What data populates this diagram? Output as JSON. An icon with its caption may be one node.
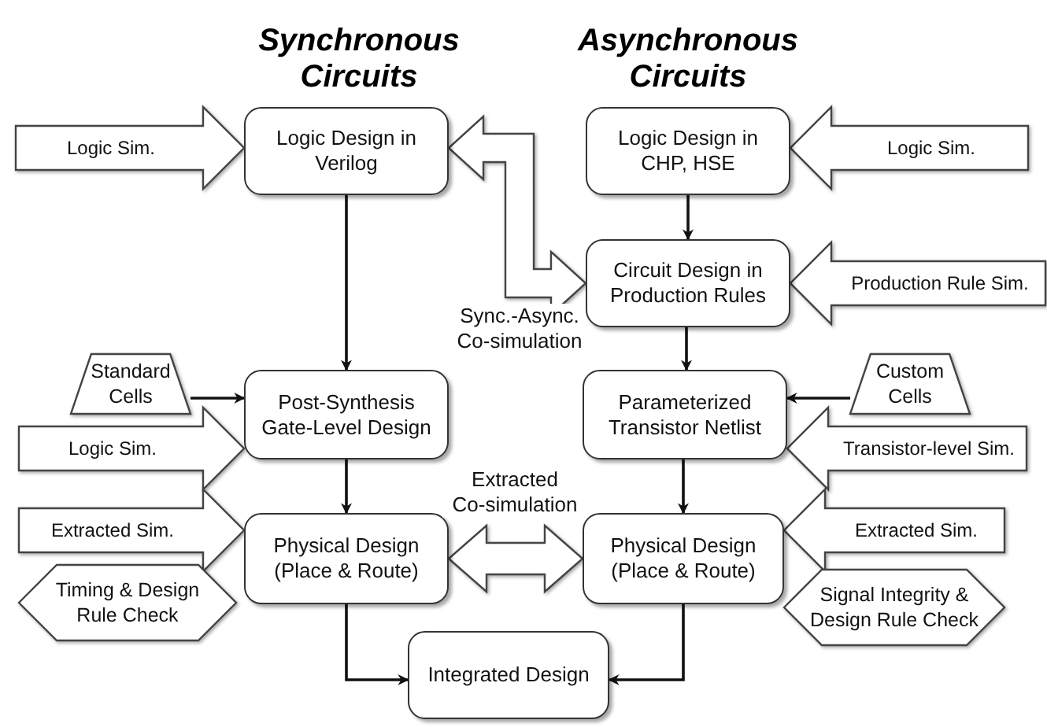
{
  "diagram": {
    "nodes": [
      {
        "text": [
          "Logic Design in Verilog"
        ]
      },
      {
        "text": [
          "Logic Design in CHP, HSE"
        ]
      },
      {
        "text": [
          "Circuit Design in Production Rules"
        ]
      },
      {
        "text": [
          "Standard Cells"
        ]
      },
      {
        "text": [
          "Post-Synthesis Gate-Level Design"
        ]
      },
      {
        "text": [
          "Parameterized Transistor Netlist"
        ]
      },
      {
        "text": [
          "Custom Cells"
        ]
      },
      {
        "text": [
          "Physical Design (Place & Route)"
        ]
      },
      {
        "text": [
          "Physical Design (Place & Route)"
        ]
      },
      {
        "text": [
          "Timing & Design Rule Check"
        ]
      },
      {
        "text": [
          "Signal Integrity & Design Rule Check"
        ]
      },
      {
        "text": [
          "Integrated Design"
        ]
      }
    ],
    "edges": [
      {
        "from": 0,
        "to": 4,
        "arrow": "to"
      },
      {
        "from": 1,
        "to": 2,
        "arrow": "to"
      },
      {
        "from": 2,
        "to": 5,
        "arrow": "to"
      },
      {
        "from": 3,
        "to": 4,
        "arrow": "to"
      },
      {
        "from": 6,
        "to": 5,
        "arrow": "to"
      },
      {
        "from": 4,
        "to": 7,
        "arrow": "to"
      },
      {
        "from": 5,
        "to": 8,
        "arrow": "to"
      },
      {
        "from": 7,
        "to": 11,
        "arrow": "to"
      },
      {
        "from": 8,
        "to": 11,
        "arrow": "to"
      },
      {
        "from": 2,
        "to": 0,
        "arrow": "both",
        "label": "Sync.-Async. Co-simulation",
        "style": "thick"
      },
      {
        "from": 7,
        "to": 8,
        "arrow": "both",
        "label": "Extracted Co-simulation",
        "style": "thick"
      },
      {
        "from": null,
        "to": 0,
        "arrow": "to",
        "label": "Logic Sim.",
        "style": "thick"
      },
      {
        "from": null,
        "to": 1,
        "arrow": "to",
        "label": "Logic Sim.",
        "style": "thick"
      },
      {
        "from": null,
        "to": 2,
        "arrow": "to",
        "label": "Production Rule Sim.",
        "style": "thick"
      },
      {
        "from": null,
        "to": 4,
        "arrow": "to",
        "label": "Logic Sim.",
        "style": "thick"
      },
      {
        "from": null,
        "to": 5,
        "arrow": "to",
        "label": "Transistor-level Sim.",
        "style": "thick"
      },
      {
        "from": null,
        "to": 7,
        "arrow": "to",
        "label": "Extracted Sim.",
        "style": "thick"
      },
      {
        "from": null,
        "to": 8,
        "arrow": "to",
        "label": "Extracted Sim.",
        "style": "thick"
      }
    ],
    "labels": [
      "Synchronous Circuits",
      "Asynchronous Circuits"
    ]
  }
}
